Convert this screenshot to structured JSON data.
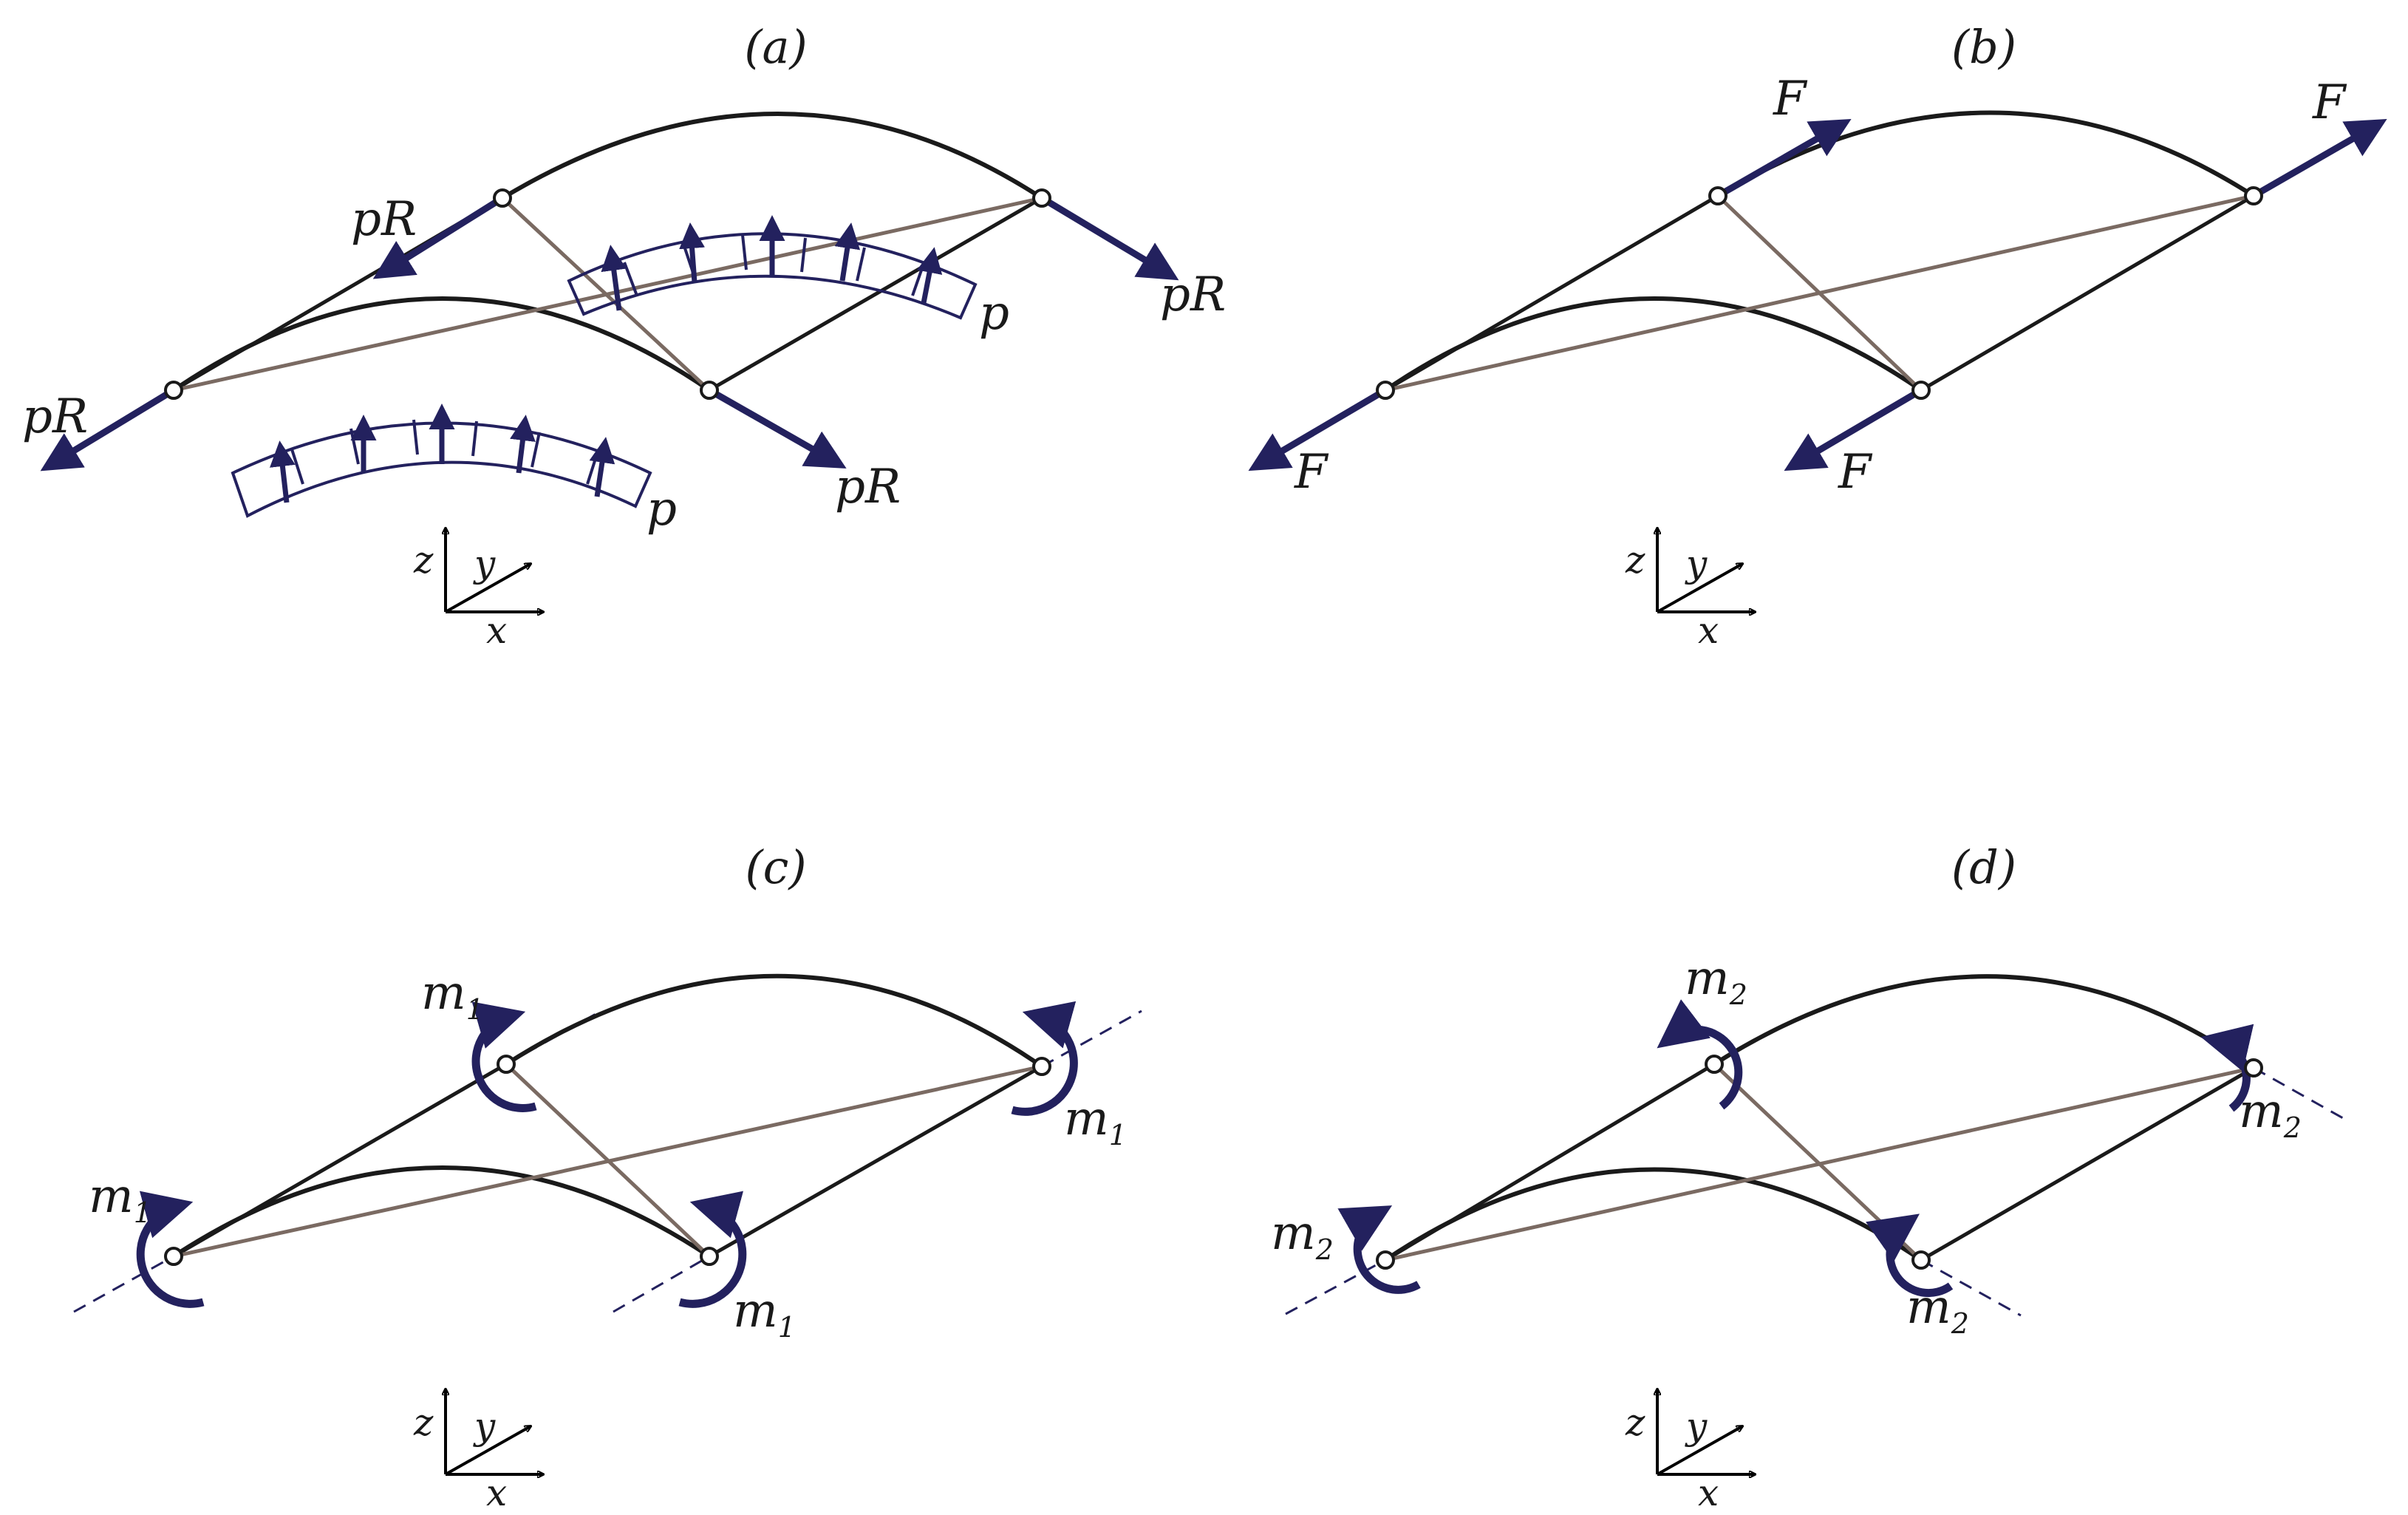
{
  "panels": {
    "a": {
      "title": "(a)",
      "loads": {
        "edge_force": "pR",
        "pressure": "p"
      }
    },
    "b": {
      "title": "(b)",
      "loads": {
        "force": "F"
      }
    },
    "c": {
      "title": "(c)",
      "loads": {
        "moment": "m",
        "moment_sub": "1"
      }
    },
    "d": {
      "title": "(d)",
      "loads": {
        "moment": "m",
        "moment_sub": "2"
      }
    }
  },
  "axes": {
    "x": "x",
    "y": "y",
    "z": "z"
  },
  "colors": {
    "load": "#23215e",
    "structure": "#1a1a1a",
    "diagonal": "#7a6a62"
  }
}
